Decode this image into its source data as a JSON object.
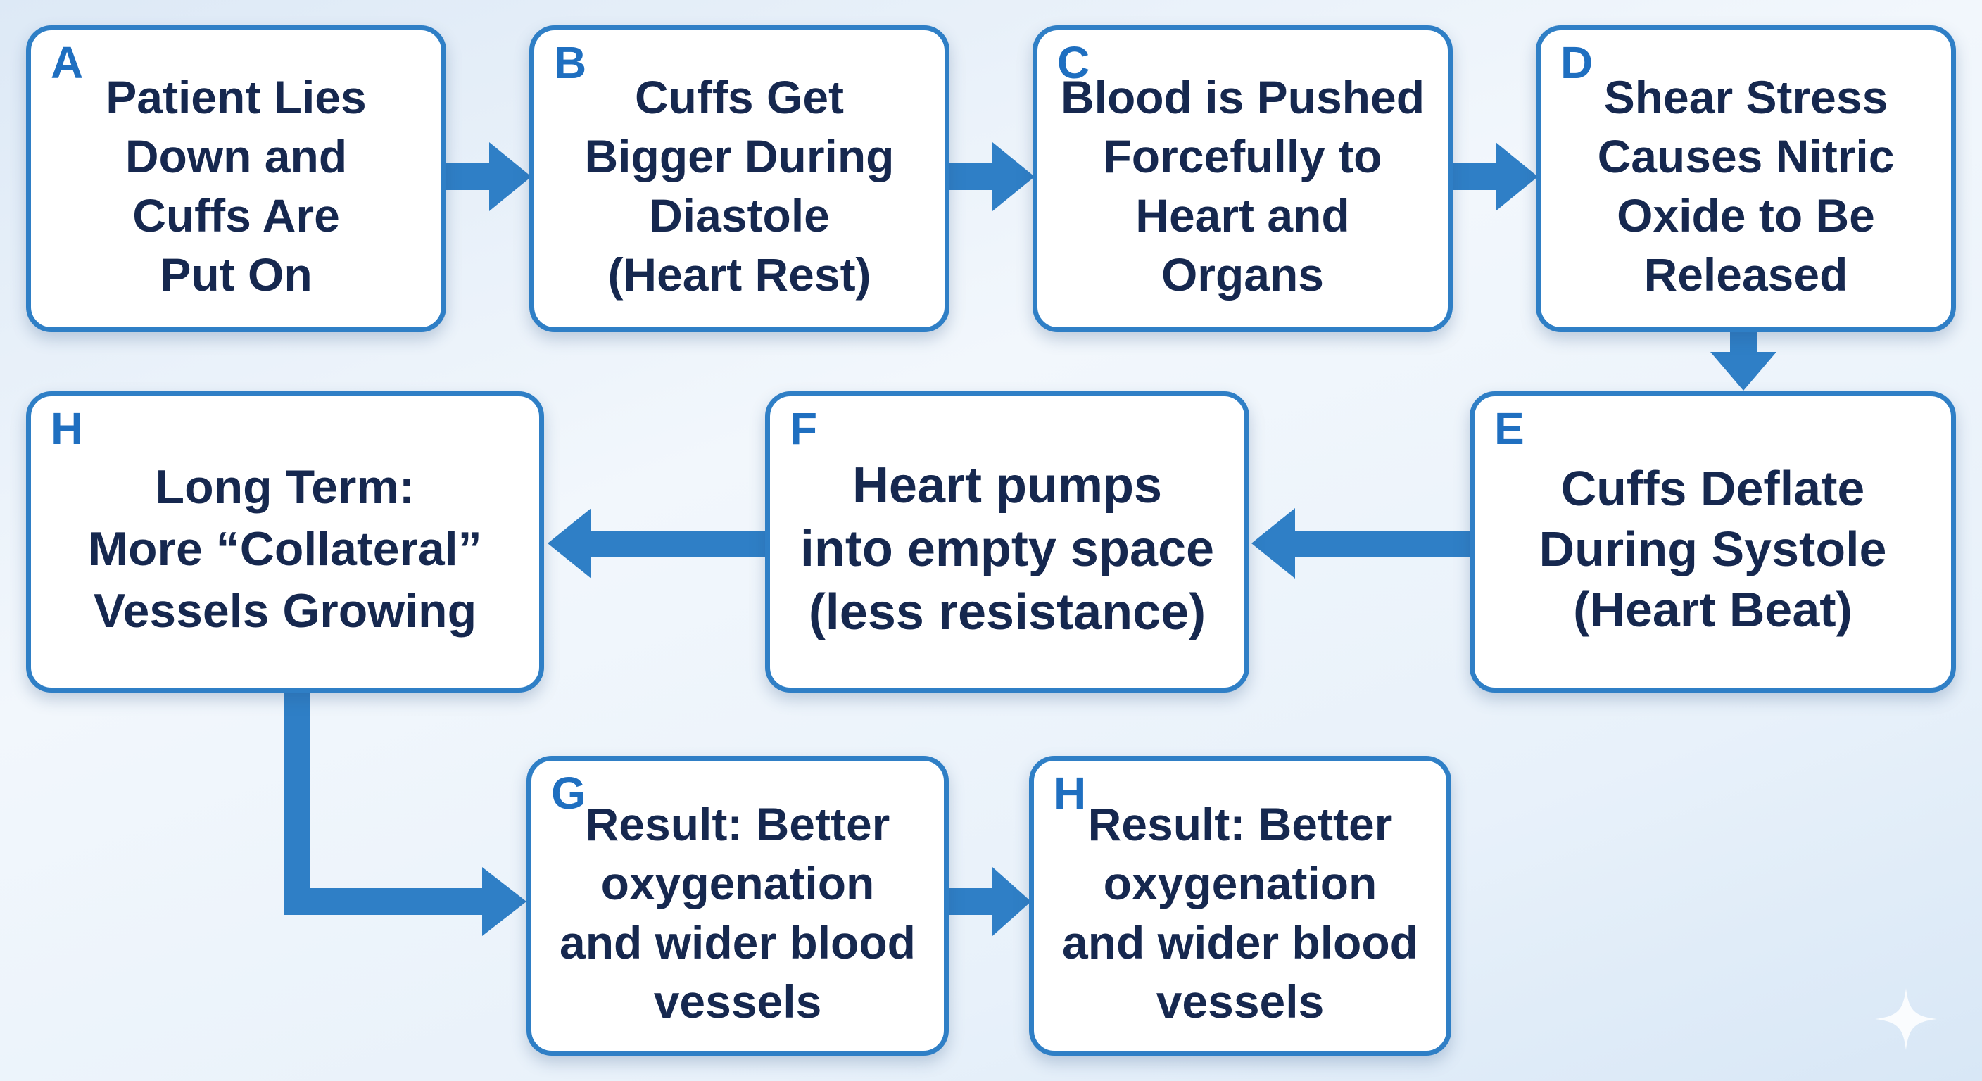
{
  "boxes": {
    "a": {
      "letter": "A",
      "text": "Patient Lies\nDown and\nCuffs Are\nPut On"
    },
    "b": {
      "letter": "B",
      "text": "Cuffs Get\nBigger During\nDiastole\n(Heart Rest)"
    },
    "c": {
      "letter": "C",
      "text": "Blood is Pushed\nForcefully to\nHeart and\nOrgans"
    },
    "d": {
      "letter": "D",
      "text": "Shear Stress\nCauses Nitric\nOxide to Be\nReleased"
    },
    "e": {
      "letter": "E",
      "text": "Cuffs Deflate\nDuring Systole\n(Heart Beat)"
    },
    "f": {
      "letter": "F",
      "text": "Heart pumps\ninto empty space\n(less resistance)"
    },
    "h1": {
      "letter": "H",
      "text": "Long Term:\nMore “Collateral”\nVessels Growing"
    },
    "g": {
      "letter": "G",
      "text": "Result: Better\noxygenation\nand wider blood\nvessels"
    },
    "h2": {
      "letter": "H",
      "text": "Result: Better\noxygenation\nand wider blood\nvessels"
    }
  },
  "colors": {
    "border": "#2f7fc6",
    "arrow": "#2f7fc6",
    "letter": "#1f6fc0",
    "text": "#16284f"
  },
  "icons": {
    "corner": "sparkle-icon"
  }
}
